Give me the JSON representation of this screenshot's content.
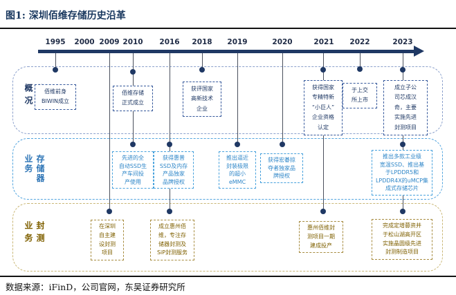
{
  "figure": {
    "title": "图1: 深圳佰维存储历史沿革",
    "source": "数据来源：iFinD，公司官网，东吴证券研究所"
  },
  "colors": {
    "navy": "#1F3864",
    "company_border": "#8A9FCB",
    "memory_blue": "#2E86C8",
    "memory_border": "#45A0DC",
    "packaging_brown": "#7F6000",
    "packaging_border": "#C9B674"
  },
  "timeline": {
    "years": [
      "1995",
      "2000",
      "2009",
      "2010",
      "2016",
      "2018",
      "2019",
      "2020",
      "2021",
      "2022",
      "2023"
    ]
  },
  "lanes": {
    "company": {
      "label": "公司概况"
    },
    "memory": {
      "label": "存储器业务"
    },
    "packaging": {
      "label": "封测业务"
    }
  },
  "events": {
    "company": [
      {
        "year": "1995",
        "text": "佰维前身\nBIWIN成立"
      },
      {
        "year": "2010",
        "text": "佰维存储\n正式成立"
      },
      {
        "year": "2018",
        "text": "获评国家\n高新技术\n企业"
      },
      {
        "year": "2021",
        "text": "获得国家\n专精特新\n“小巨人”\n企业资格\n认定"
      },
      {
        "year": "2022",
        "text": "于上交\n所上市"
      },
      {
        "year": "2023",
        "text": "成立子公\n司芯成汉\n奇，主要\n实施先进\n封测项目"
      }
    ],
    "memory": [
      {
        "year": "2010",
        "text": "先进的全\n自动SSD生\n产车间投\n产使用"
      },
      {
        "year": "2016",
        "text": "获得惠普\nSSD及内存\n产品独家\n品牌授权"
      },
      {
        "year": "2019",
        "text": "推出逼近\n封装极限\n的超小\neMMC"
      },
      {
        "year": "2020",
        "text": "获得宏碁掠\n夺者独家品\n牌授权"
      },
      {
        "year": "2023",
        "text": "推出多款工业级\n宽温SSD、推出基\n于LPDDR5和\nLPDDR4X的uMCP集\n成式存储芯片"
      }
    ],
    "packaging": [
      {
        "year": "2009",
        "text": "在深圳\n自主建\n设封测\n项目"
      },
      {
        "year": "2016",
        "text": "成立惠州佰\n维，专注存\n储器封测及\nSiP封测服务"
      },
      {
        "year": "2021",
        "text": "惠州佰维封\n测项目一期\n建成投产"
      },
      {
        "year": "2023",
        "text": "完成定增募资并\n于松山湖高开区\n实施晶圆级先进\n封测制造项目"
      }
    ]
  }
}
